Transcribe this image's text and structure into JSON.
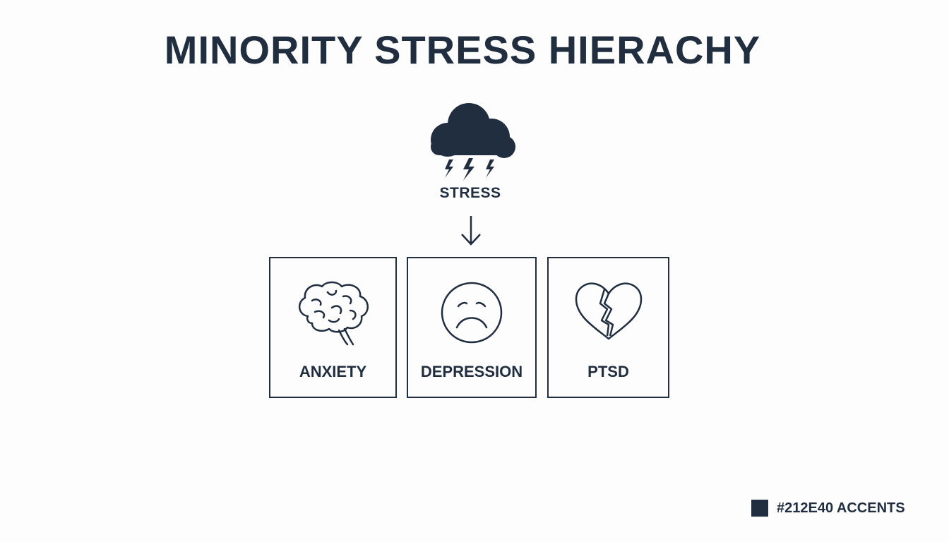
{
  "title": "MINORITY STRESS HIERACHY",
  "top_node": {
    "label": "STRESS",
    "icon": "storm-cloud-icon"
  },
  "outcomes": [
    {
      "label": "ANXIETY",
      "icon": "brain-icon"
    },
    {
      "label": "DEPRESSION",
      "icon": "sad-face-icon"
    },
    {
      "label": "PTSD",
      "icon": "broken-heart-icon"
    }
  ],
  "legend": {
    "label": "#212E40 ACCENTS",
    "color": "#212E40"
  }
}
